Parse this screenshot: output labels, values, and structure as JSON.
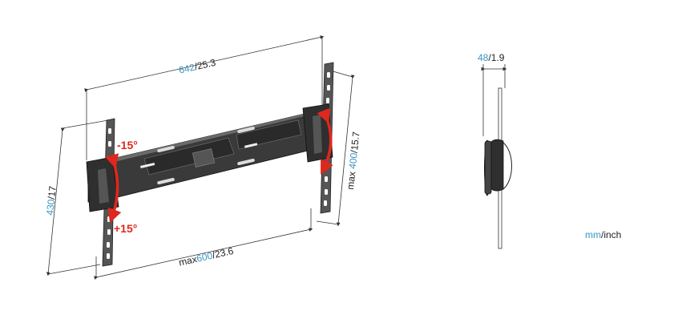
{
  "dims": {
    "width": {
      "metric": "642",
      "imperial": "/25.3"
    },
    "height": {
      "metric": "430",
      "imperial": "/17"
    },
    "vesa_h": {
      "prefix": "max",
      "metric": "600",
      "imperial": "/23.6"
    },
    "vesa_v": {
      "prefix": "max",
      "metric": "400",
      "imperial": "/15.7"
    },
    "depth": {
      "metric": "48",
      "imperial": "/1.9"
    }
  },
  "tilt": {
    "up": "-15°",
    "down": "+15°"
  },
  "units": {
    "metric": "mm",
    "imperial": "/inch"
  },
  "colors": {
    "accent_blue": "#3b95c4",
    "arrow_red": "#e0271e",
    "line": "#333333"
  }
}
